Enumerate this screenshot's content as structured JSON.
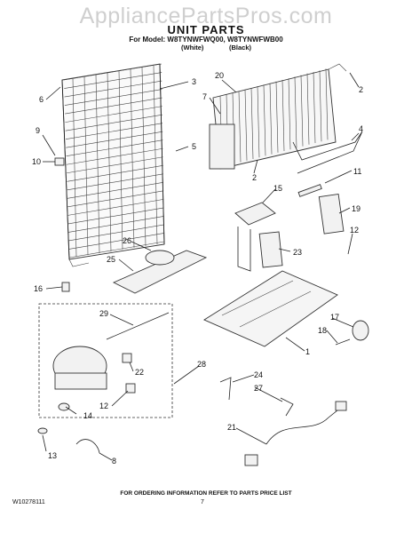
{
  "watermark": "AppliancePartsPros.com",
  "title": "UNIT PARTS",
  "model_line": "For Model: W8TYNWFWQ00, W8TYNWFWB00",
  "variant_white": "(White)",
  "variant_black": "(Black)",
  "footer_note": "FOR ORDERING INFORMATION REFER TO PARTS PRICE LIST",
  "doc_id": "W10278111",
  "page_number": "7",
  "callouts": [
    "1",
    "2",
    "2",
    "3",
    "4",
    "5",
    "6",
    "7",
    "8",
    "9",
    "10",
    "11",
    "12",
    "12",
    "13",
    "14",
    "15",
    "16",
    "17",
    "18",
    "19",
    "20",
    "21",
    "22",
    "23",
    "24",
    "25",
    "26",
    "27",
    "28",
    "29"
  ],
  "colors": {
    "line": "#222222",
    "watermark": "#cfcfcf"
  }
}
